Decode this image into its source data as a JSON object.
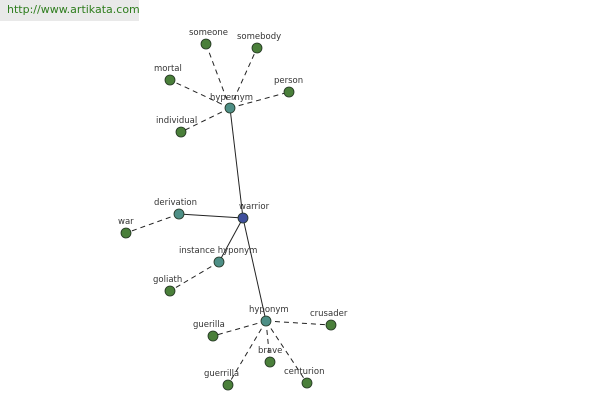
{
  "site_link": "http://www.artikata.com",
  "colors": {
    "word_node": "#4a7f3a",
    "relation_node": "#4e8f86",
    "root_node": "#3f4f9c",
    "edge": "#222222",
    "label": "#333333",
    "banner_bg": "#e9e9e9",
    "link": "#2e7d1d"
  },
  "graph": {
    "root": "warrior",
    "relations": [
      {
        "label": "hypernym",
        "terms": [
          "someone",
          "somebody",
          "mortal",
          "person",
          "individual"
        ]
      },
      {
        "label": "derivation",
        "terms": [
          "war"
        ]
      },
      {
        "label": "instance hyponym",
        "terms": [
          "goliath"
        ]
      },
      {
        "label": "hyponym",
        "terms": [
          "guerilla",
          "crusader",
          "brave",
          "guerrilla",
          "centurion"
        ]
      }
    ]
  }
}
